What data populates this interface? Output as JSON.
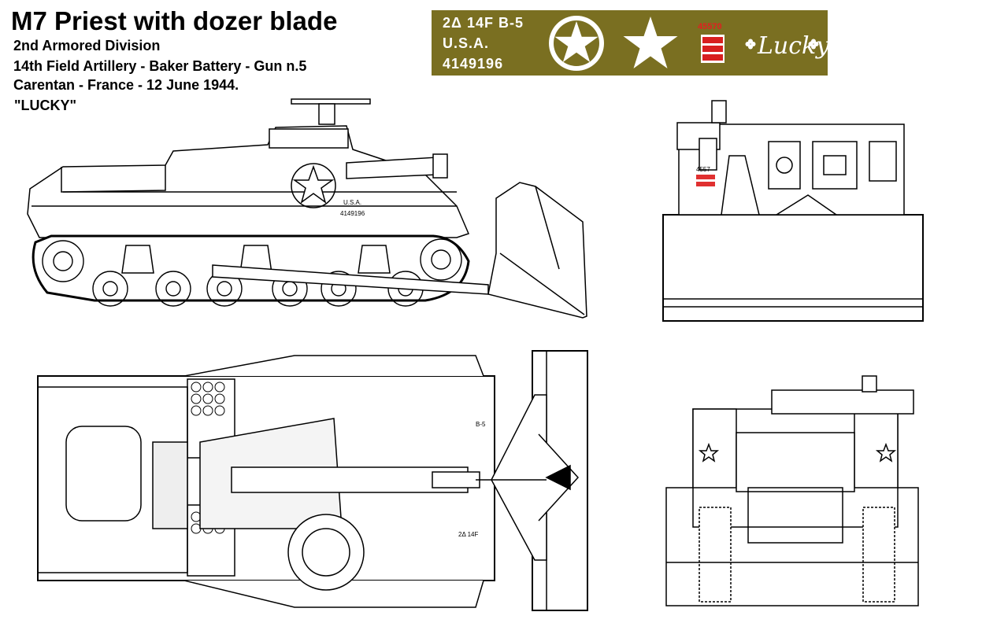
{
  "title": "M7 Priest with dozer blade",
  "info": {
    "division": "2nd Armored Division",
    "unit": "14th Field Artillery - Baker Battery - Gun n.5",
    "place_date": "Carentan - France - 12 June 1944.",
    "name": "\"LUCKY\""
  },
  "markings": {
    "bumper_code": "2Δ  14F  B-5",
    "usa": "U.S.A.",
    "serial": "4149196",
    "small_number": "45570",
    "signature": "Lucky",
    "panel_color": "#7a6f21",
    "icons": [
      "circled-star-icon",
      "star-icon",
      "tactical-stripes-icon",
      "clover-icon"
    ]
  },
  "side_view": {
    "hull_text": "U.S.A.",
    "hull_serial": "4149196"
  },
  "front_view": {
    "plate_number": "4557"
  },
  "top_view": {
    "front_code": "B-5",
    "rear_code": "2Δ 14F"
  }
}
